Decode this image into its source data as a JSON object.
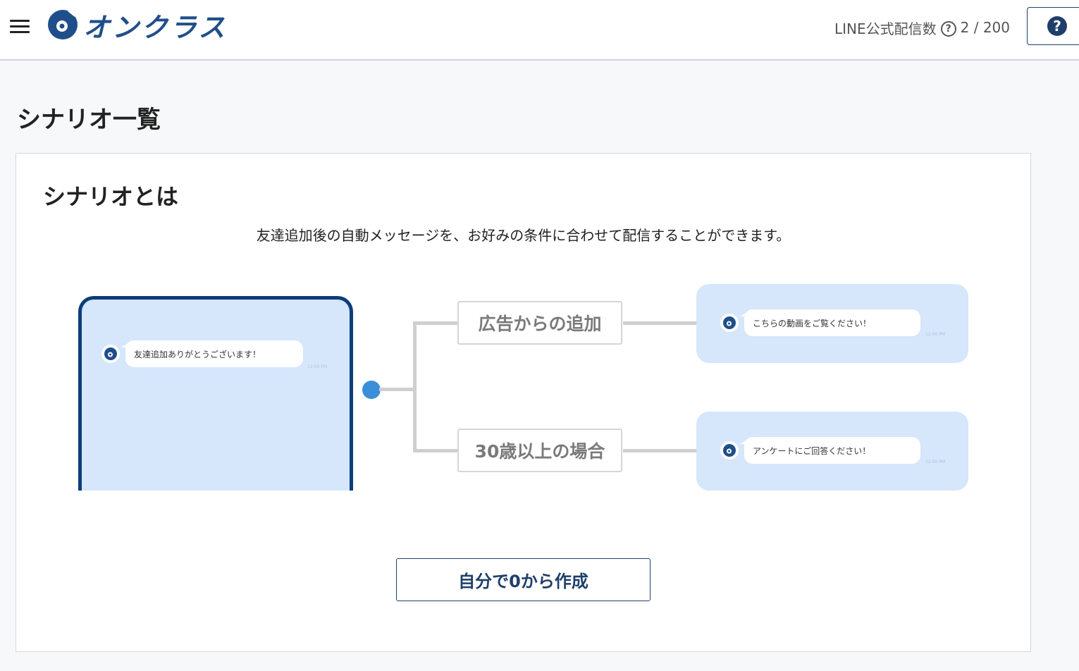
{
  "header": {
    "menu_icon": "hamburger-menu-icon",
    "logo_text": "オンクラス",
    "delivery_label": "LINE公式配信数",
    "delivery_count": "2 / 200",
    "help_icon": "question-circle-icon"
  },
  "page": {
    "title": "シナリオ一覧"
  },
  "intro": {
    "title": "シナリオとは",
    "description": "友達追加後の自動メッセージを、お好みの条件に合わせて配信することができます。"
  },
  "diagram": {
    "phone_message": "友達追加ありがとうございます！",
    "conditions": [
      {
        "label": "広告からの追加",
        "message": "こちらの動画をご覧ください！"
      },
      {
        "label": "30歳以上の場合",
        "message": "アンケートにご回答ください！"
      }
    ],
    "time_text": "12:00 PM"
  },
  "actions": {
    "create_label": "自分で0から作成"
  },
  "colors": {
    "brand": "#1f4f8a",
    "phone_border": "#0b3d7a",
    "panel_bg": "#d6e6fb",
    "node": "#3a8fd8"
  }
}
